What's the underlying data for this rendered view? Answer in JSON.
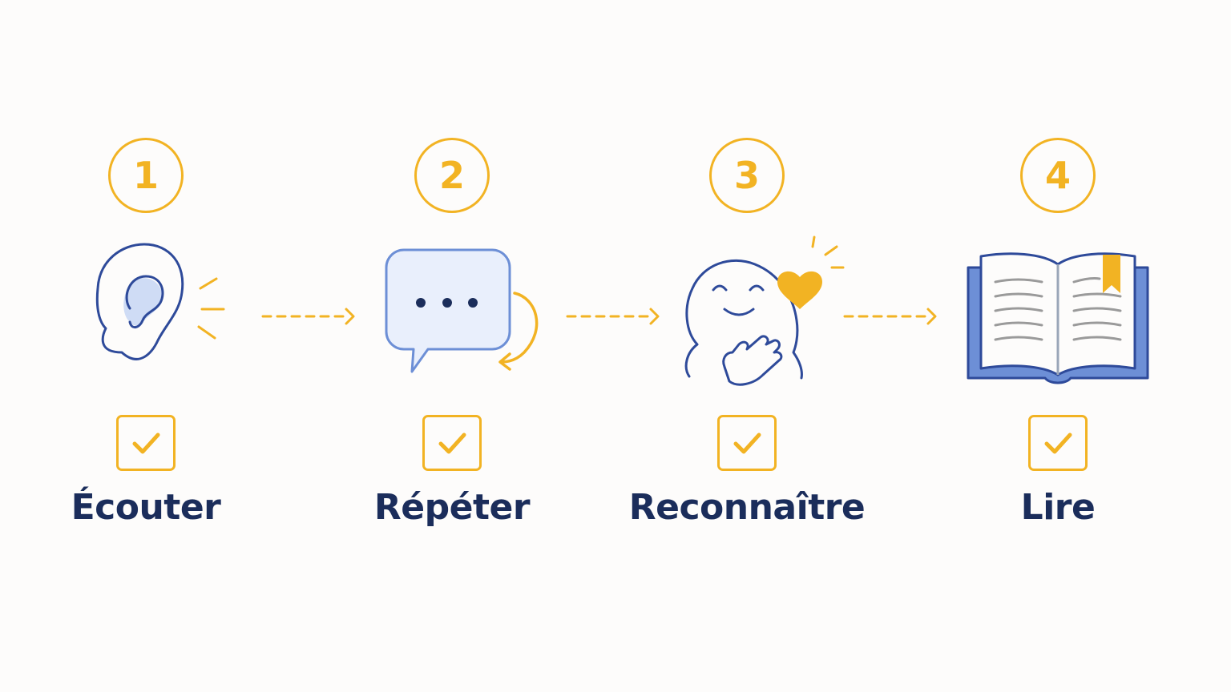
{
  "steps": [
    {
      "number": "1",
      "label": "Écouter",
      "icon": "ear-icon",
      "completed": true
    },
    {
      "number": "2",
      "label": "Répéter",
      "icon": "speech-bubble-repeat-icon",
      "completed": true
    },
    {
      "number": "3",
      "label": "Reconnaître",
      "icon": "happy-face-heart-icon",
      "completed": true
    },
    {
      "number": "4",
      "label": "Lire",
      "icon": "open-book-icon",
      "completed": true
    }
  ],
  "colors": {
    "accent": "#f2b323",
    "ink": "#1b2d5b",
    "icon_blue": "#2e4a9a",
    "icon_fill": "#e9effc",
    "background": "#fdfcfb"
  }
}
